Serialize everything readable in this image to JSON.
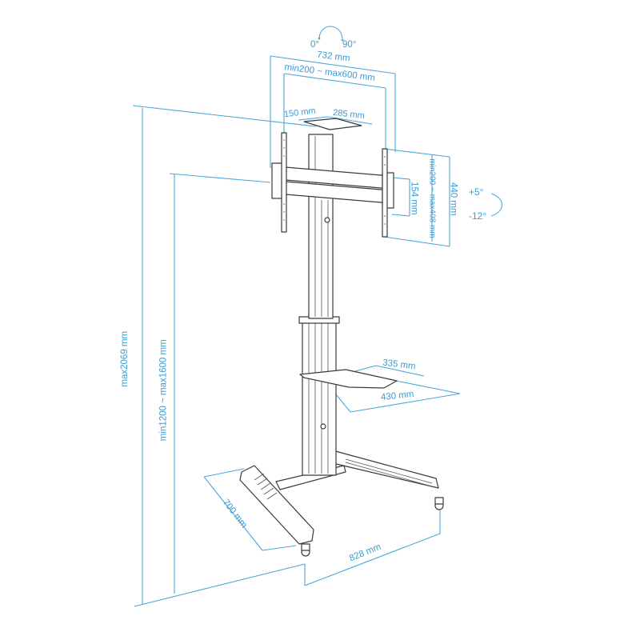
{
  "diagram": {
    "subject": "Mobile TV stand with height-adjustable column, VESA mount, camera shelf, equipment shelf and castor wheel base",
    "accent_color": "#4aa7d9",
    "line_color": "#3a3a3a",
    "rotation": {
      "from": "0°",
      "to": "90°"
    },
    "tilt": {
      "up": "+5°",
      "down": "-12°"
    },
    "dimensions": {
      "mount_width": "732  mm",
      "vesa_horizontal": "min200 ~ max600 mm",
      "top_shelf_depth": "150 mm",
      "top_shelf_width": "285 mm",
      "mount_height": "440 mm",
      "vesa_vertical": "min200 ~ max408 mm",
      "bracket_height": "154 mm",
      "shelf_depth": "335 mm",
      "shelf_width": "430 mm",
      "max_total_height": "max2069 mm",
      "center_height_range": "min1200 ~ max1600  mm",
      "base_depth": "700 mm",
      "base_width": "828 mm"
    }
  }
}
